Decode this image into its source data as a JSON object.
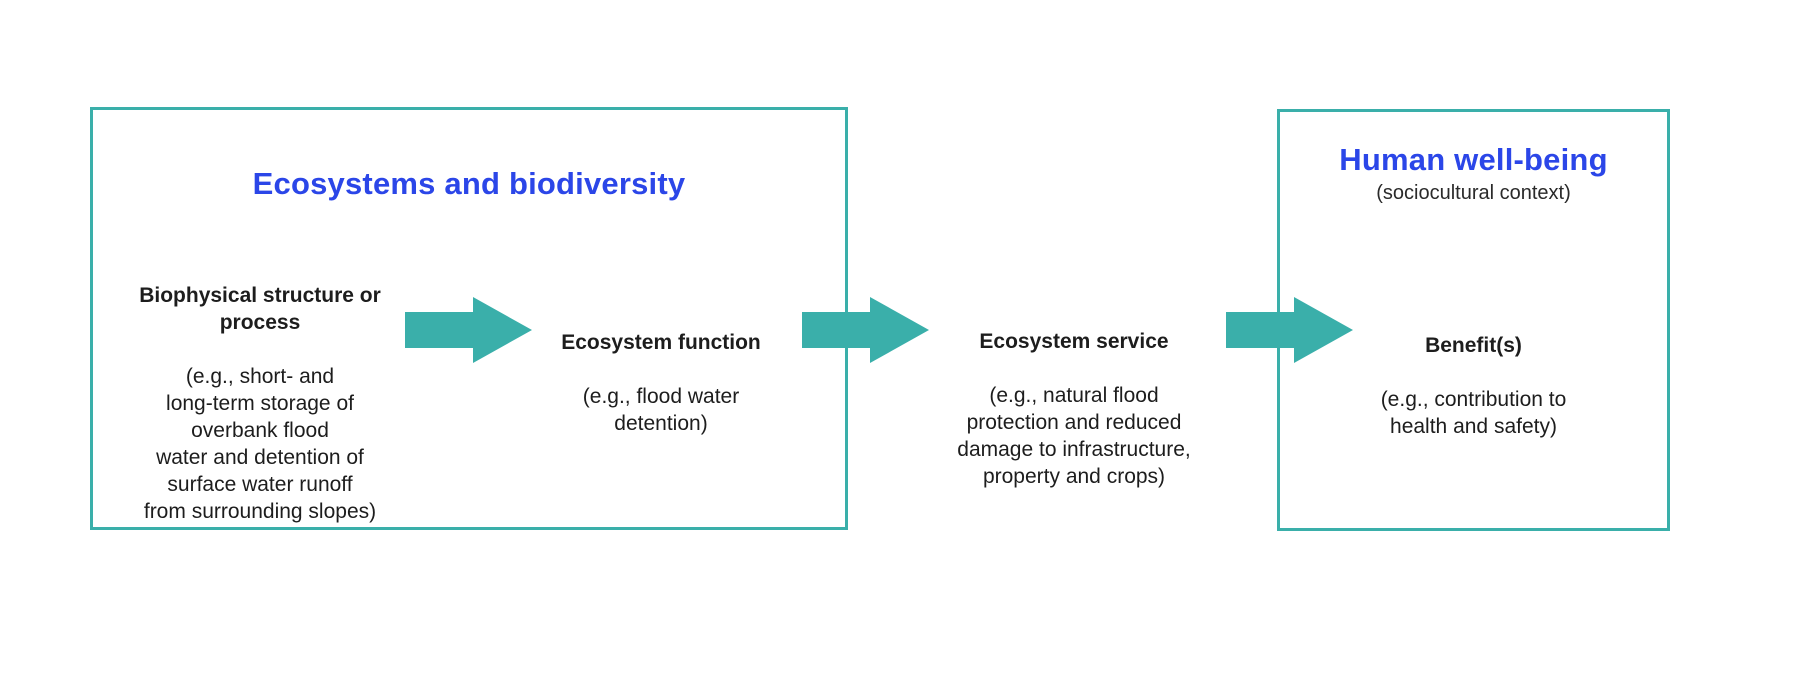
{
  "colors": {
    "teal": "#3AAFAA",
    "blue": "#2B46E8",
    "text": "#1D1D1D",
    "background": "#FFFFFF"
  },
  "left_box": {
    "title": "Ecosystems and biodiversity",
    "biophysical": {
      "heading": "Biophysical structure or\nprocess",
      "detail": "(e.g., short- and\nlong-term storage of\noverbank flood\nwater and detention of\nsurface water runoff\nfrom surrounding slopes)"
    },
    "function": {
      "heading": "Ecosystem function",
      "detail": "(e.g., flood water\ndetention)"
    }
  },
  "middle": {
    "service": {
      "heading": "Ecosystem service",
      "detail": "(e.g., natural flood\nprotection and reduced\ndamage to infrastructure,\nproperty and crops)"
    }
  },
  "right_box": {
    "title": "Human well-being",
    "subtitle": "(sociocultural context)",
    "benefit": {
      "heading": "Benefit(s)",
      "detail": "(e.g., contribution to\nhealth and safety)"
    }
  },
  "arrows": [
    {
      "name": "biophysical-to-function"
    },
    {
      "name": "function-to-service"
    },
    {
      "name": "service-to-benefit"
    }
  ]
}
